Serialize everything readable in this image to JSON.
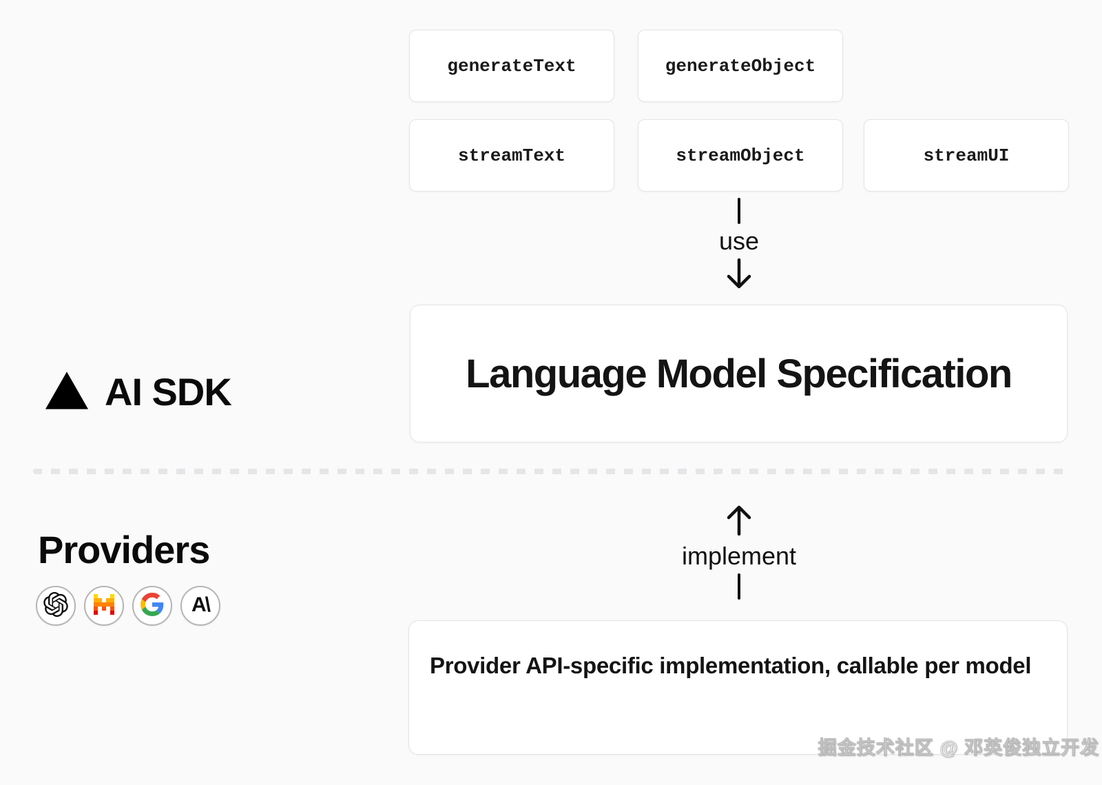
{
  "diagram": {
    "functions": [
      {
        "label": "generateText"
      },
      {
        "label": "generateObject"
      },
      {
        "label": "streamText"
      },
      {
        "label": "streamObject"
      },
      {
        "label": "streamUI"
      }
    ],
    "use_connector_label": "use",
    "implement_connector_label": "implement",
    "spec_box": {
      "title": "Language Model Specification"
    },
    "provider_box": {
      "text": "Provider API-specific implementation, callable per model"
    },
    "ai_sdk": {
      "label": "AI SDK"
    },
    "providers": {
      "title": "Providers",
      "items": [
        {
          "name": "OpenAI"
        },
        {
          "name": "Mistral"
        },
        {
          "name": "Google"
        },
        {
          "name": "Anthropic",
          "glyph": "A\\"
        }
      ]
    },
    "watermark": "掘金技术社区 @ 邓英俊独立开发",
    "colors": {
      "background": "#fafafa",
      "box_fill": "#ffffff",
      "box_border": "#e4e4e7",
      "text": "#141414",
      "mistral": {
        "yellow": "#FFD800",
        "amber": "#FFAF00",
        "orange": "#FF8205",
        "vermilion": "#FA500F",
        "red": "#E10500"
      },
      "google": {
        "blue": "#4285F4",
        "red": "#EA4335",
        "yellow": "#FBBC05",
        "green": "#34A853"
      }
    }
  }
}
